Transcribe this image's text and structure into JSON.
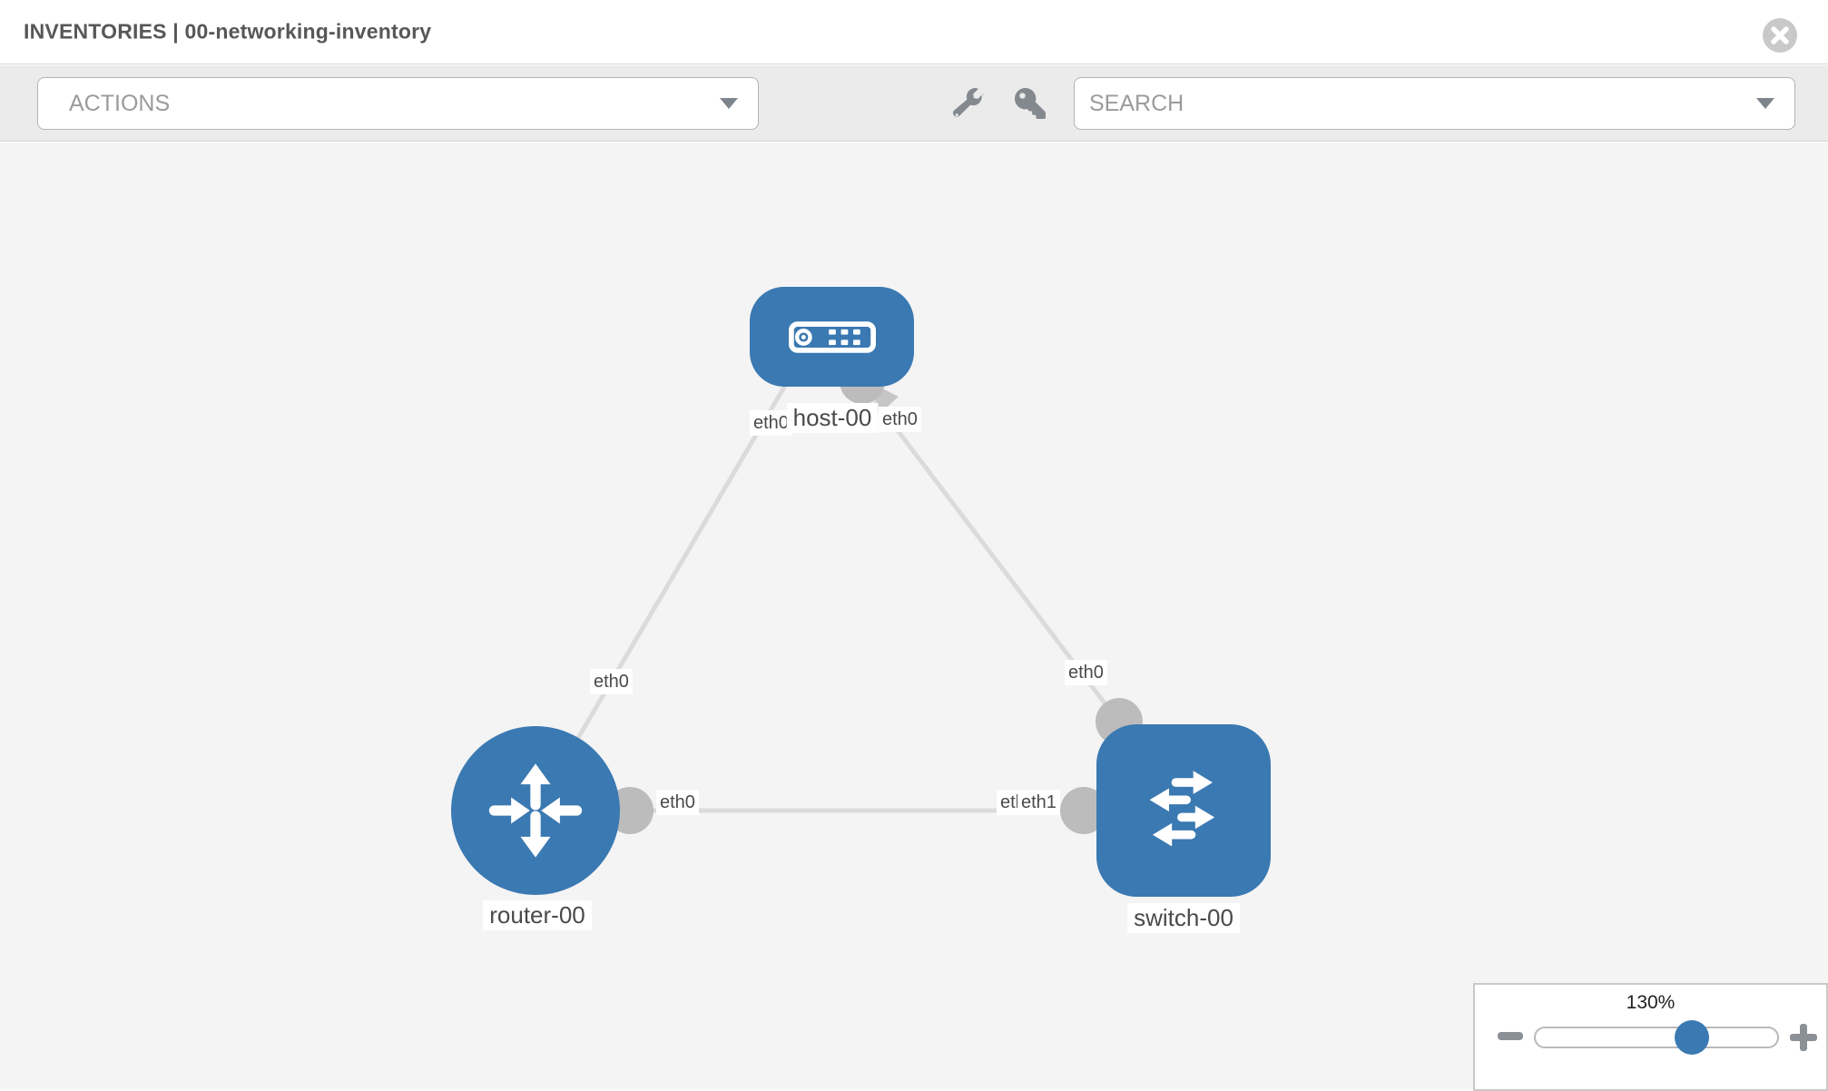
{
  "header": {
    "title": "INVENTORIES | 00-networking-inventory"
  },
  "toolbar": {
    "actions_label": "ACTIONS",
    "search_placeholder": "SEARCH"
  },
  "icons": {
    "close": "circle-x",
    "tools": "wrench",
    "credentials": "key",
    "dropdown": "caret-down",
    "zoom_out": "minus",
    "zoom_in": "plus"
  },
  "colors": {
    "node_blue": "#3a79b2",
    "link_gray": "#dbdbdb",
    "connector_gray": "#bcbcbc",
    "toolbar_bg": "#ebebeb",
    "canvas_bg": "#f4f4f4"
  },
  "topology": {
    "nodes": [
      {
        "id": "host-00",
        "type": "host",
        "label": "host-00"
      },
      {
        "id": "router-00",
        "type": "router",
        "label": "router-00"
      },
      {
        "id": "switch-00",
        "type": "switch",
        "label": "switch-00"
      }
    ],
    "links": [
      {
        "from": "host-00",
        "from_interface": "eth0",
        "to": "router-00",
        "to_interface": "eth0"
      },
      {
        "from": "host-00",
        "from_interface": "eth0",
        "to": "switch-00",
        "to_interface": "eth0"
      },
      {
        "from": "router-00",
        "from_interface": "eth0",
        "to": "switch-00",
        "to_interface": "eth1",
        "to_interface_overlapped": "eth0"
      }
    ]
  },
  "zoom_control": {
    "level": "130%"
  }
}
